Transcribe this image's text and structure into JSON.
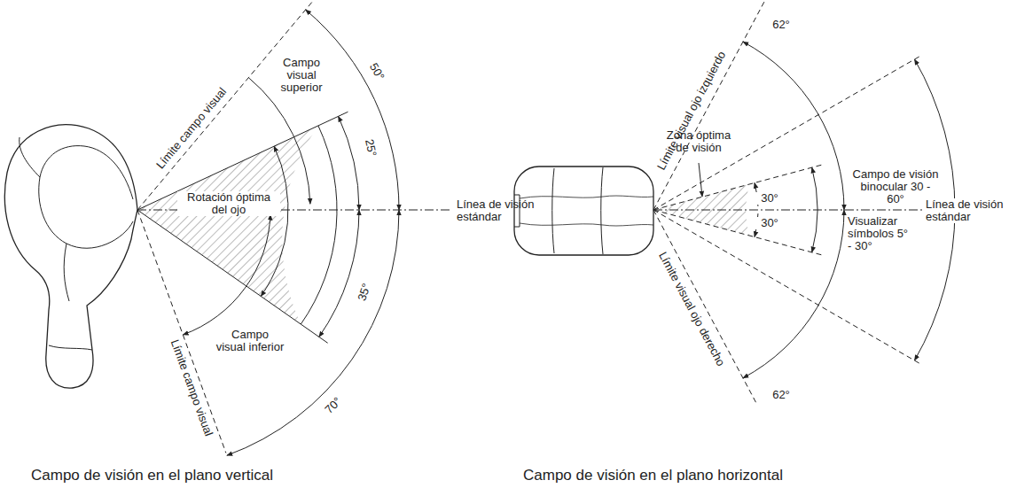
{
  "diagram": {
    "labels": [
      "Límite campo visual",
      "Campo visual superior",
      "Rotación óptima del ojo",
      "Línea de visión estándar",
      "50°",
      "25°",
      "35°",
      "70°",
      "Campo visual inferior",
      "Límite campo visual",
      "Campo de visión en el plano vertical",
      "Límite visual ojo izquierdo",
      "62°",
      "Zona óptima de visión",
      "Campo de visión binocular 30 - 60°",
      "30°",
      "30°",
      "Visualizar símbolos 5° - 30°",
      "Línea de visión estándar",
      "62°",
      "Límite visual ojo derecho",
      "Campo de visión en el plano horizontal"
    ]
  }
}
